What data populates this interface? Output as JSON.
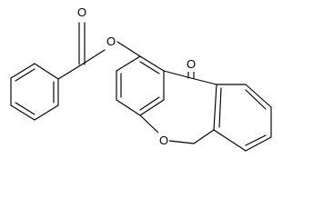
{
  "molecule": {
    "atom_labels": {
      "ester_carbonyl_oxygen": "O",
      "ester_oxygen": "O",
      "ketone_oxygen": "O",
      "ring_oxygen": "O"
    }
  }
}
